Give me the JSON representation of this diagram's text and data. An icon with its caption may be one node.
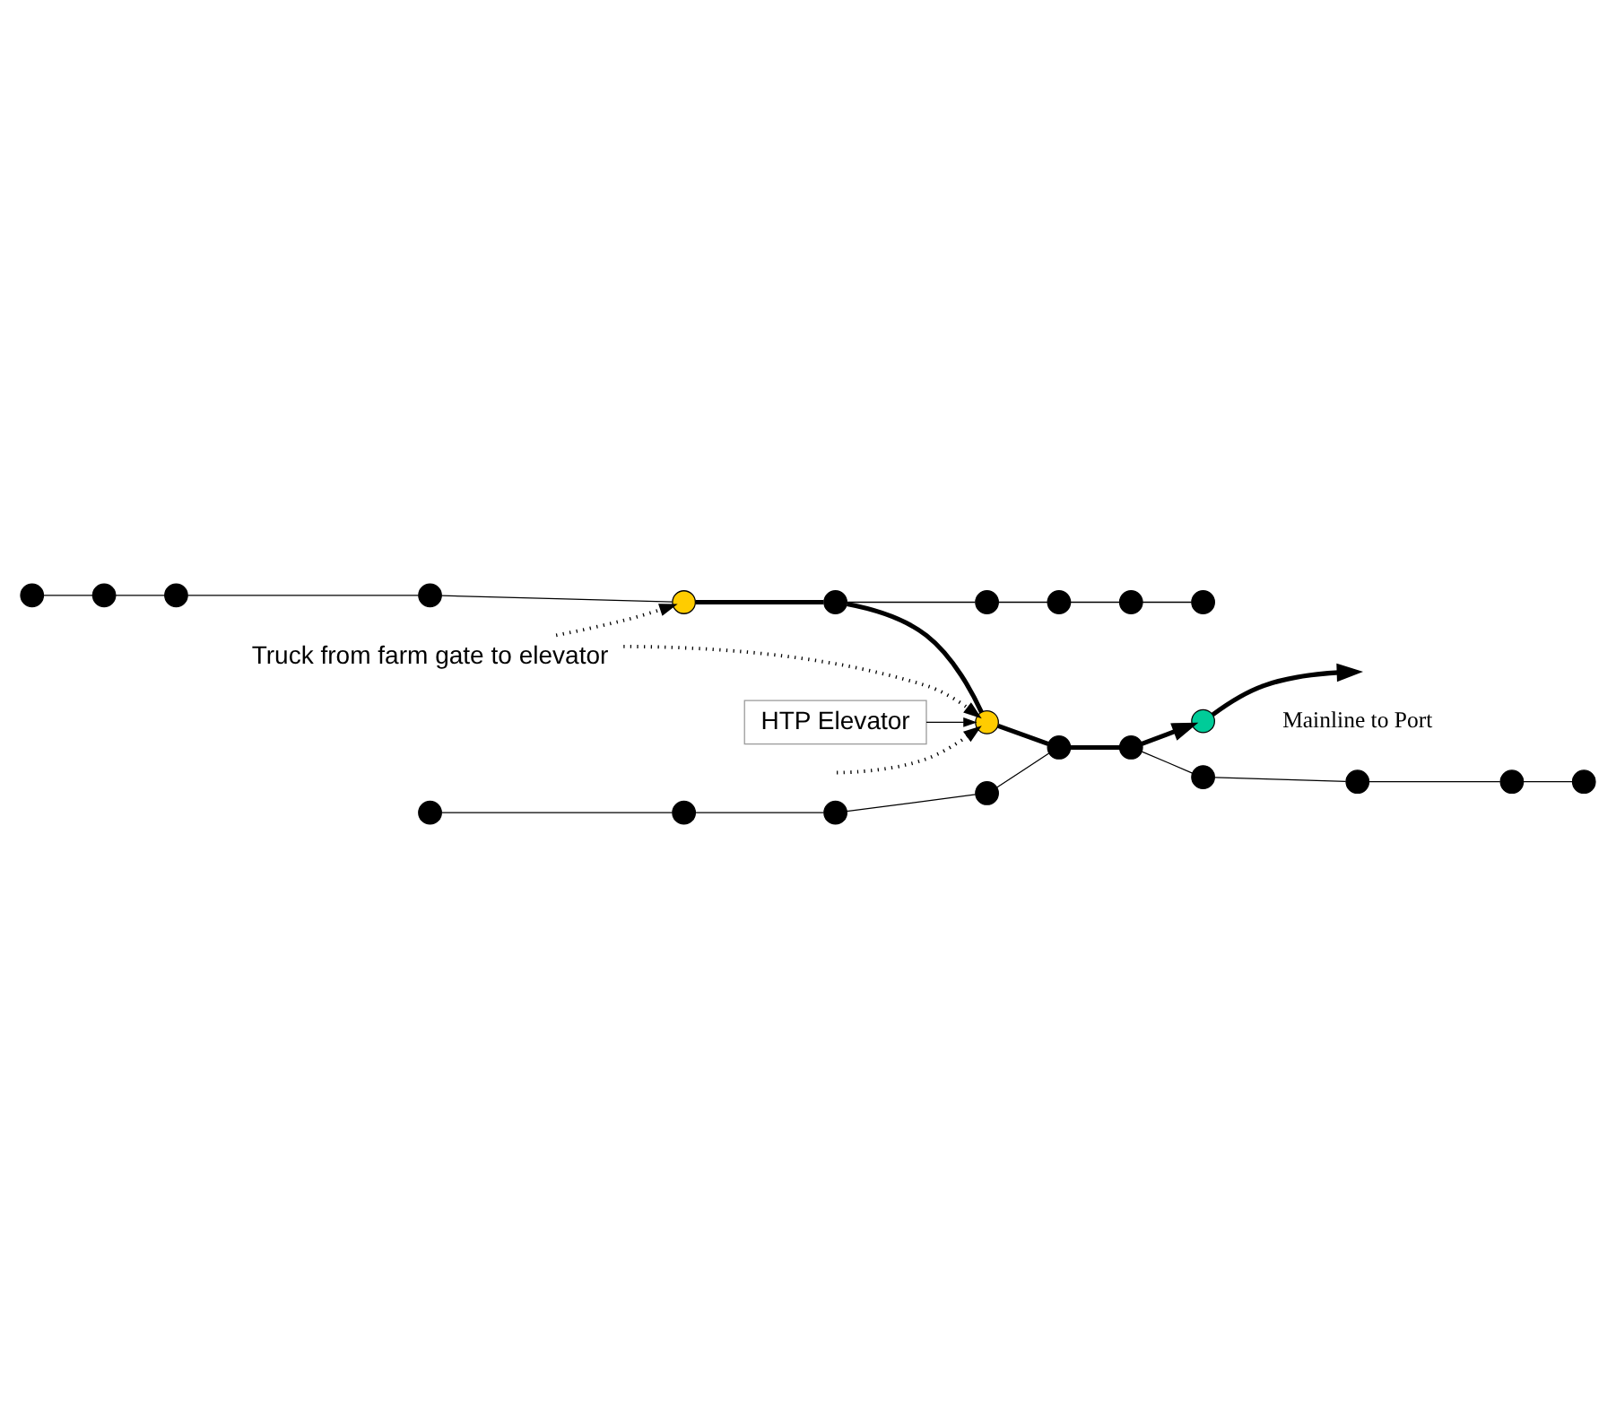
{
  "diagram": {
    "nodes": [
      {
        "text": [
          "Truck from farm gate to elevator"
        ]
      },
      {
        "text": [
          "HTP Elevator"
        ]
      },
      {
        "text": [],
        "shape": "circle"
      },
      {
        "text": [],
        "shape": "circle"
      },
      {
        "text": [],
        "shape": "circle"
      },
      {
        "text": [],
        "shape": "circle"
      },
      {
        "text": [],
        "shape": "circle"
      },
      {
        "text": [],
        "shape": "circle"
      },
      {
        "text": [],
        "shape": "circle"
      },
      {
        "text": [],
        "shape": "circle"
      },
      {
        "text": [],
        "shape": "circle"
      },
      {
        "text": [],
        "shape": "circle"
      },
      {
        "text": [],
        "shape": "circle"
      },
      {
        "text": [],
        "shape": "circle"
      },
      {
        "text": [],
        "shape": "circle"
      },
      {
        "text": [],
        "shape": "circle"
      },
      {
        "text": [],
        "shape": "circle"
      },
      {
        "text": [],
        "shape": "circle"
      },
      {
        "text": [],
        "shape": "circle"
      },
      {
        "text": [],
        "shape": "circle"
      },
      {
        "text": [],
        "shape": "circle"
      },
      {
        "text": [],
        "shape": "circle"
      },
      {
        "text": [],
        "shape": "circle"
      },
      {
        "text": [],
        "shape": "circle"
      }
    ],
    "edges": [
      {
        "from": 0,
        "to": 10,
        "arrow": "to",
        "style": "dashed"
      },
      {
        "from": 0,
        "to": 12,
        "arrow": "to",
        "style": "dashed"
      },
      {
        "from": null,
        "to": 12,
        "arrow": "to",
        "style": "dashed"
      },
      {
        "from": 1,
        "to": 12,
        "arrow": "to"
      },
      {
        "from": 6,
        "to": 2,
        "arrow": "none"
      },
      {
        "from": 2,
        "to": 4,
        "arrow": "none"
      },
      {
        "from": 4,
        "to": 8,
        "arrow": "none"
      },
      {
        "from": 8,
        "to": 10,
        "arrow": "none"
      },
      {
        "from": 10,
        "to": 11,
        "arrow": "none",
        "style": "thick"
      },
      {
        "from": 11,
        "to": 12,
        "arrow": "none",
        "style": "thick"
      },
      {
        "from": 12,
        "to": 13,
        "arrow": "none",
        "style": "thick"
      },
      {
        "from": 13,
        "to": 14,
        "arrow": "none",
        "style": "thick"
      },
      {
        "from": 14,
        "to": 15,
        "arrow": "to",
        "style": "thick"
      },
      {
        "from": 15,
        "to": null,
        "arrow": "to",
        "style": "thick"
      },
      {
        "from": 11,
        "to": 17,
        "arrow": "none"
      },
      {
        "from": 17,
        "to": 23,
        "arrow": "none"
      },
      {
        "from": 23,
        "to": 20,
        "arrow": "none"
      },
      {
        "from": 20,
        "to": 16,
        "arrow": "none"
      },
      {
        "from": 7,
        "to": 3,
        "arrow": "none"
      },
      {
        "from": 3,
        "to": 5,
        "arrow": "none"
      },
      {
        "from": 5,
        "to": 9,
        "arrow": "none"
      },
      {
        "from": 9,
        "to": 13,
        "arrow": "none"
      },
      {
        "from": 14,
        "to": 18,
        "arrow": "none"
      },
      {
        "from": 18,
        "to": 22,
        "arrow": "none"
      },
      {
        "from": 22,
        "to": 21,
        "arrow": "none"
      },
      {
        "from": 21,
        "to": 19,
        "arrow": "none"
      }
    ],
    "labels": [
      "Mainline to Port"
    ]
  }
}
